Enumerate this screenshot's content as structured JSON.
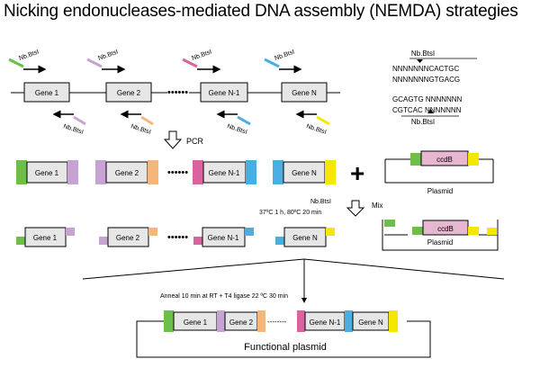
{
  "title": "Nicking endonucleases-mediated DNA assembly (NEMDA) strategies",
  "site_label": "Nb.BtsI",
  "genes": [
    "Gene 1",
    "Gene 2",
    "Gene N-1",
    "Gene N"
  ],
  "dots": "••••••",
  "recognition": {
    "top_label": "Nb.BtsI",
    "line1": "NNNNNNNCACTGC",
    "line2": "NNNNNNNGTGACG",
    "line3": "GCAGTG NNNNNNN",
    "line4": "CGTCAC NNNNNNN",
    "bottom_label": "Nb.BtsI"
  },
  "steps": {
    "pcr": "PCR",
    "digest_enzyme": "Nb.BtsI",
    "digest_conditions": "37ºC  1 h, 80ºC  20 min",
    "mix": "Mix",
    "anneal": "Anneal 10 min at RT + T4 ligase 22 ºC  30 min"
  },
  "plasmid": {
    "ccdb": "ccdB",
    "label": "Plasmid",
    "plus": "+"
  },
  "final": {
    "label": "Functional  plasmid",
    "dashes": "--------"
  },
  "colors": {
    "green": "#6cbf4a",
    "purple": "#c7a3d4",
    "orange": "#f3b77c",
    "magenta": "#d9639e",
    "blue": "#4aaee0",
    "yellow": "#f5e800",
    "gene_box": "#e6e6e6",
    "ccdb_box": "#e7b7d2"
  }
}
